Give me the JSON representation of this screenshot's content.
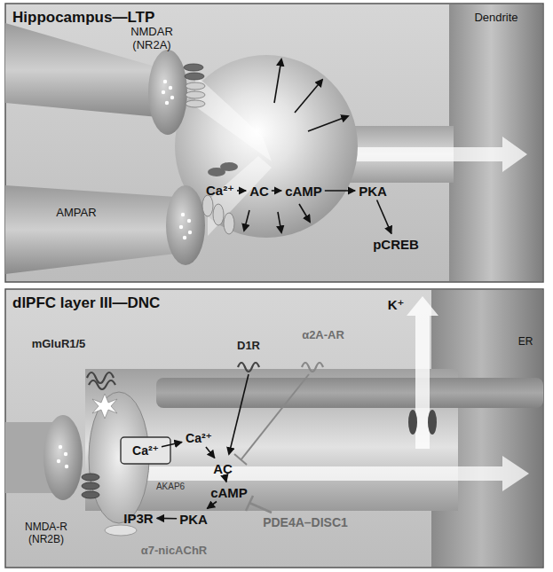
{
  "diagram": {
    "nodes": [
      {
        "text": [
          "Hippocampus—LTP"
        ]
      },
      {
        "text": [
          "dlPFC layer III—DNC"
        ]
      },
      {
        "text": [
          "Ca²⁺"
        ],
        "in": 0
      },
      {
        "text": [
          "AC"
        ],
        "in": 0
      },
      {
        "text": [
          "cAMP"
        ],
        "in": 0
      },
      {
        "text": [
          "PKA"
        ],
        "in": 0
      },
      {
        "text": [
          "pCREB"
        ],
        "in": 0
      },
      {
        "text": [
          "Ca²⁺"
        ],
        "in": 1
      },
      {
        "text": [
          "Ca²⁺"
        ],
        "in": 1
      },
      {
        "text": [
          "AC"
        ],
        "in": 1
      },
      {
        "text": [
          "cAMP"
        ],
        "in": 1
      },
      {
        "text": [
          "PKA"
        ],
        "in": 1
      },
      {
        "text": [
          "IP3R"
        ],
        "in": 1
      }
    ],
    "edges": [
      {
        "from": 2,
        "to": 3,
        "arrow": "to"
      },
      {
        "from": 3,
        "to": 4,
        "arrow": "to"
      },
      {
        "from": 4,
        "to": 5,
        "arrow": "to"
      },
      {
        "from": 5,
        "to": 6,
        "arrow": "to"
      },
      {
        "from": 7,
        "to": 8,
        "arrow": "to"
      },
      {
        "from": 8,
        "to": 9,
        "arrow": "to"
      },
      {
        "from": 9,
        "to": 10,
        "arrow": "to"
      },
      {
        "from": 10,
        "to": 11,
        "arrow": "to"
      },
      {
        "from": 11,
        "to": 12,
        "arrow": "to"
      }
    ],
    "labels": [
      "Dendrite",
      "NMDAR (NR2A)",
      "AMPAR",
      "K⁺",
      "ER",
      "mGluR1/5",
      "D1R",
      "α2A-AR",
      "AKAP6",
      "PDE4A–DISC1",
      "NMDA-R (NR2B)",
      "α7-nicAChR"
    ]
  }
}
